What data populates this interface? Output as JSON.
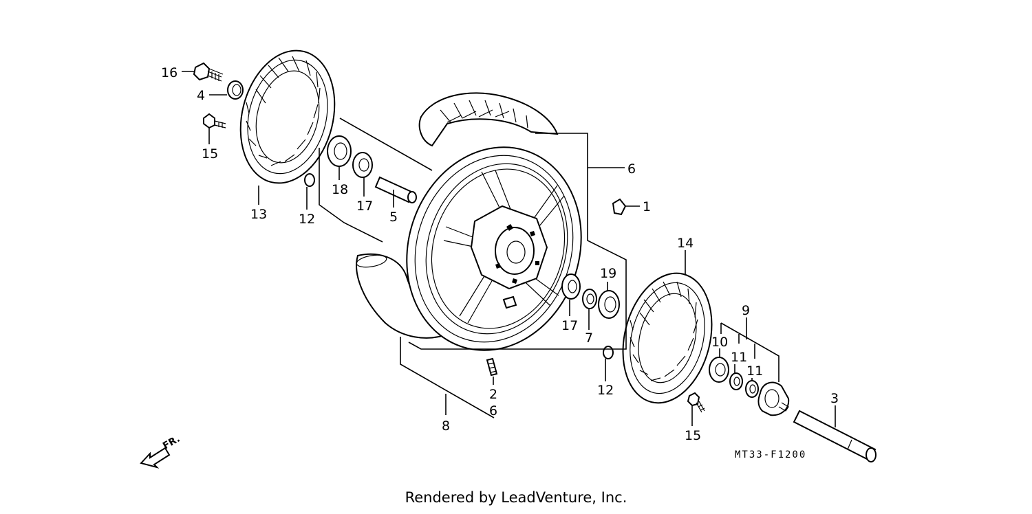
{
  "callouts": {
    "c1": "1",
    "c2": "2",
    "c3": "3",
    "c4": "4",
    "c5": "5",
    "c6a": "6",
    "c6b": "6",
    "c7": "7",
    "c8": "8",
    "c9": "9",
    "c10": "10",
    "c11a": "11",
    "c11b": "11",
    "c12a": "12",
    "c12b": "12",
    "c13": "13",
    "c14": "14",
    "c15a": "15",
    "c15b": "15",
    "c16": "16",
    "c17a": "17",
    "c17b": "17",
    "c18": "18",
    "c19": "19"
  },
  "direction_label": "FR.",
  "diagram_code": "MT33-F1200",
  "footer": "Rendered by LeadVenture, Inc."
}
